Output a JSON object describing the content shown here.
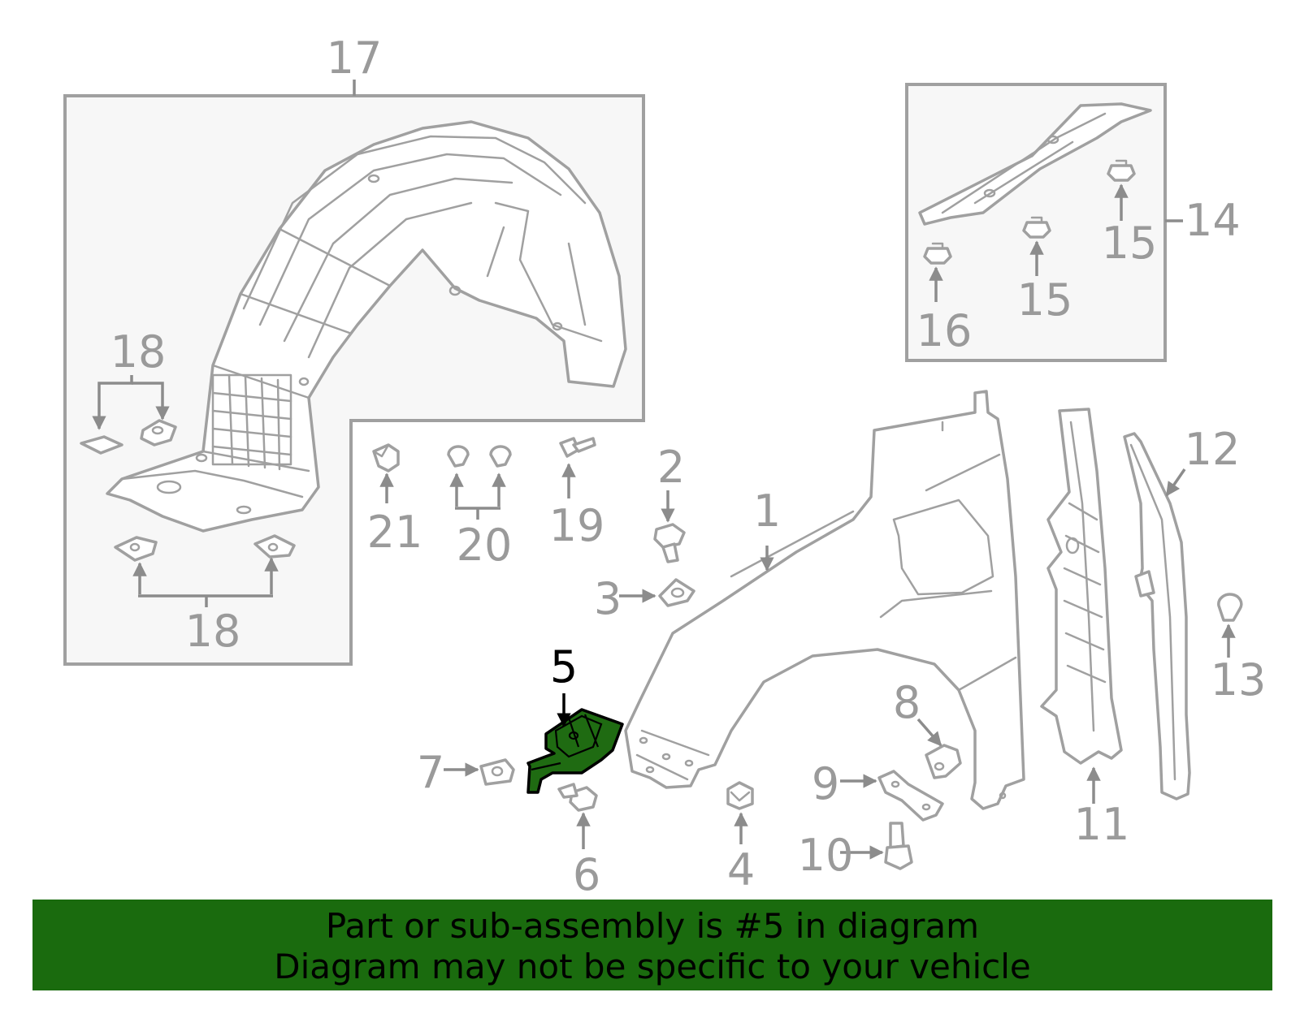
{
  "diagram": {
    "callouts": {
      "c1": "1",
      "c2": "2",
      "c3": "3",
      "c4": "4",
      "c5": "5",
      "c6": "6",
      "c7": "7",
      "c8": "8",
      "c9": "9",
      "c10": "10",
      "c11": "11",
      "c12": "12",
      "c13": "13",
      "c14": "14",
      "c15a": "15",
      "c15b": "15",
      "c16": "16",
      "c17": "17",
      "c18a": "18",
      "c18b": "18",
      "c19": "19",
      "c20": "20",
      "c21": "21"
    },
    "highlighted_part": "5",
    "highlight_color": "#1a6b0e",
    "outline_color": "#a0a0a0"
  },
  "banner": {
    "line1": "Part or sub-assembly is #5 in diagram",
    "line2": "Diagram may not be specific to your vehicle"
  }
}
